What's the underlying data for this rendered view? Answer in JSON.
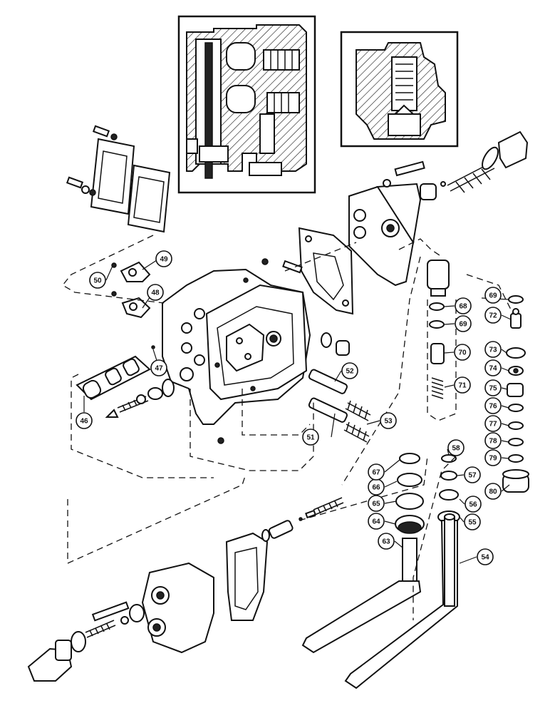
{
  "callouts": [
    {
      "id": "c46",
      "label": "46"
    },
    {
      "id": "c47",
      "label": "47"
    },
    {
      "id": "c48",
      "label": "48"
    },
    {
      "id": "c49",
      "label": "49"
    },
    {
      "id": "c50",
      "label": "50"
    },
    {
      "id": "c51",
      "label": "51"
    },
    {
      "id": "c52",
      "label": "52"
    },
    {
      "id": "c53",
      "label": "53"
    },
    {
      "id": "c54",
      "label": "54"
    },
    {
      "id": "c55",
      "label": "55"
    },
    {
      "id": "c56",
      "label": "56"
    },
    {
      "id": "c57",
      "label": "57"
    },
    {
      "id": "c58",
      "label": "58"
    },
    {
      "id": "c63",
      "label": "63"
    },
    {
      "id": "c64",
      "label": "64"
    },
    {
      "id": "c65",
      "label": "65"
    },
    {
      "id": "c66",
      "label": "66"
    },
    {
      "id": "c67",
      "label": "67"
    },
    {
      "id": "c68",
      "label": "68"
    },
    {
      "id": "c69a",
      "label": "69"
    },
    {
      "id": "c69b",
      "label": "69"
    },
    {
      "id": "c70",
      "label": "70"
    },
    {
      "id": "c71",
      "label": "71"
    },
    {
      "id": "c72",
      "label": "72"
    },
    {
      "id": "c73",
      "label": "73"
    },
    {
      "id": "c74",
      "label": "74"
    },
    {
      "id": "c75",
      "label": "75"
    },
    {
      "id": "c76",
      "label": "76"
    },
    {
      "id": "c77",
      "label": "77"
    },
    {
      "id": "c78",
      "label": "78"
    },
    {
      "id": "c79",
      "label": "79"
    },
    {
      "id": "c80",
      "label": "80"
    }
  ]
}
